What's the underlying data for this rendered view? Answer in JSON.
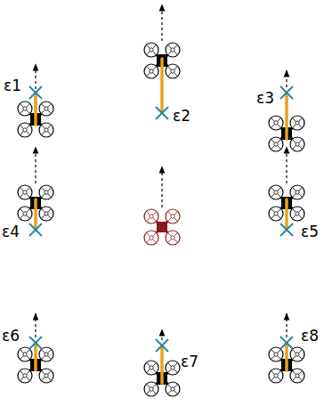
{
  "diagram": {
    "labels": [
      "ε1",
      "ε2",
      "ε3",
      "ε4",
      "ε5",
      "ε6",
      "ε7",
      "ε8"
    ]
  }
}
